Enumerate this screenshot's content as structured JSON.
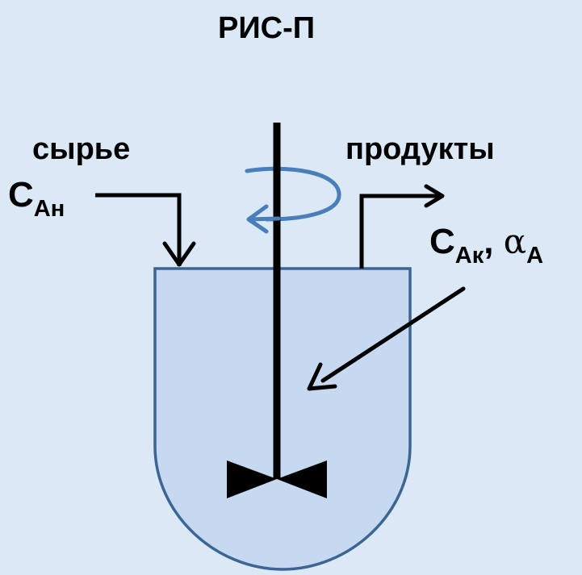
{
  "title": "РИС-П",
  "inlet": {
    "word": "сырье",
    "symbol": "C",
    "subscript": "Ан"
  },
  "outlet": {
    "word": "продукты",
    "symbol": "C",
    "subscript": "Ак",
    "separator": ",",
    "alpha_symbol": "α",
    "alpha_subscript": "А"
  },
  "colors": {
    "background": "#dbe8f6",
    "vessel_fill": "#c7d9f0",
    "vessel_stroke": "#3d6594",
    "rotation_arrow": "#4a7ebb",
    "lines": "#000000"
  }
}
